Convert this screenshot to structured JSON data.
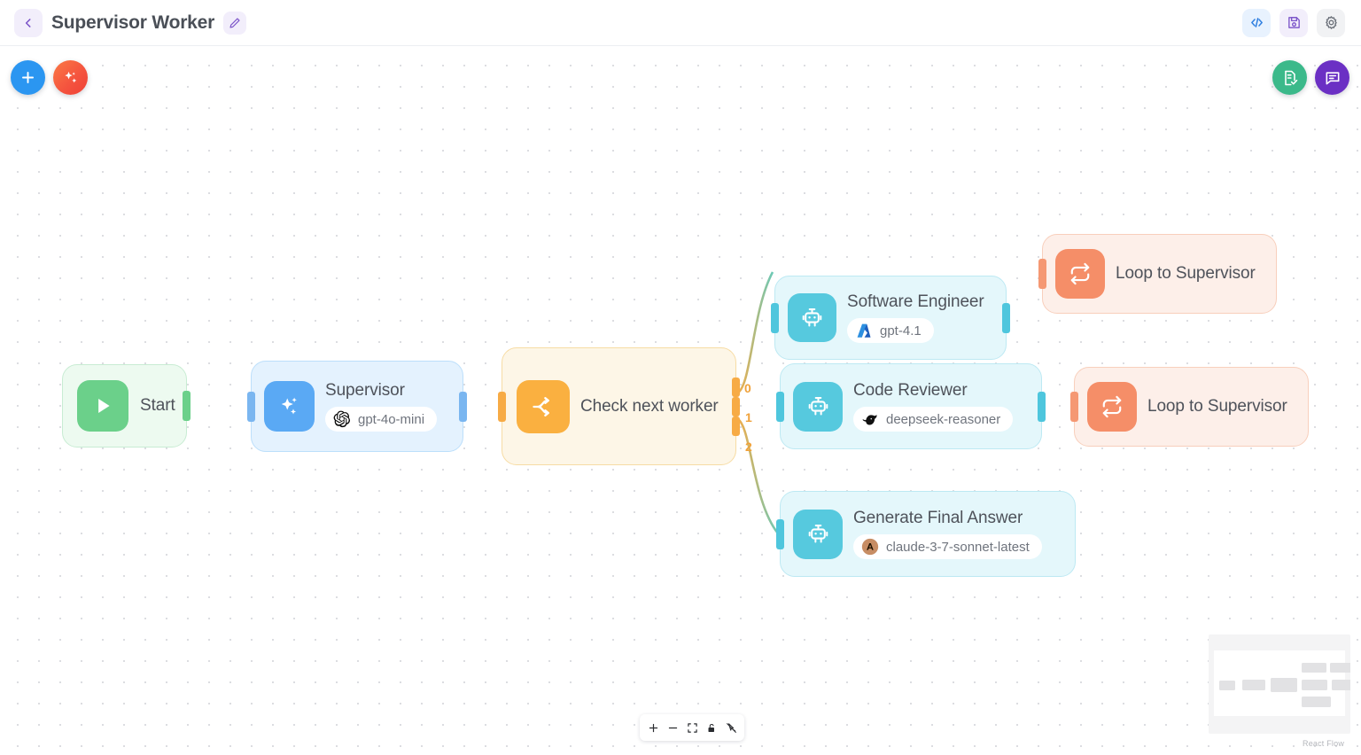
{
  "header": {
    "back_icon": "chevron-left-icon",
    "title": "Supervisor Worker",
    "edit_icon": "pencil-icon",
    "actions": [
      {
        "name": "code-view-button",
        "icon": "code-brackets-icon",
        "label": "</>"
      },
      {
        "name": "save-button",
        "icon": "floppy-disk-icon",
        "label": ""
      },
      {
        "name": "settings-button",
        "icon": "gear-icon",
        "label": ""
      }
    ]
  },
  "canvas": {
    "fabs": [
      {
        "name": "add-node-button",
        "icon": "plus-icon",
        "color": "#2b96f1"
      },
      {
        "name": "ai-generate-button",
        "icon": "sparkles-icon",
        "color": "#f4523e"
      },
      {
        "name": "run-log-button",
        "icon": "document-check-icon",
        "color": "#3bb98a"
      },
      {
        "name": "chat-button",
        "icon": "chat-bubble-icon",
        "color": "#6b30c4"
      }
    ],
    "nodes": [
      {
        "id": "start",
        "label": "Start",
        "icon": "play-icon",
        "model": null,
        "model_logo": null,
        "type": "start"
      },
      {
        "id": "supervisor",
        "label": "Supervisor",
        "icon": "sparkles-icon",
        "model": "gpt-4o-mini",
        "model_logo": "openai-logo",
        "type": "agent"
      },
      {
        "id": "check-next-worker",
        "label": "Check next worker",
        "icon": "branch-icon",
        "model": null,
        "model_logo": null,
        "type": "condition"
      },
      {
        "id": "software-engineer",
        "label": "Software Engineer",
        "icon": "robot-icon",
        "model": "gpt-4.1",
        "model_logo": "azure-logo",
        "type": "worker"
      },
      {
        "id": "code-reviewer",
        "label": "Code Reviewer",
        "icon": "robot-icon",
        "model": "deepseek-reasoner",
        "model_logo": "deepseek-logo",
        "type": "worker"
      },
      {
        "id": "generate-final-answer",
        "label": "Generate Final Answer",
        "icon": "robot-icon",
        "model": "claude-3-7-sonnet-latest",
        "model_logo": "claude-logo",
        "type": "worker"
      },
      {
        "id": "loop-to-supervisor-1",
        "label": "Loop to Supervisor",
        "icon": "loop-icon",
        "model": null,
        "model_logo": null,
        "type": "loop"
      },
      {
        "id": "loop-to-supervisor-2",
        "label": "Loop to Supervisor",
        "icon": "loop-icon",
        "model": null,
        "model_logo": null,
        "type": "loop"
      }
    ],
    "edge_labels": [
      "0",
      "1",
      "2"
    ]
  },
  "controls": [
    {
      "name": "zoom-in-button",
      "icon": "plus-icon"
    },
    {
      "name": "zoom-out-button",
      "icon": "minus-icon"
    },
    {
      "name": "fit-view-button",
      "icon": "fit-screen-icon"
    },
    {
      "name": "lock-button",
      "icon": "unlocked-padlock-icon"
    },
    {
      "name": "toggle-interactivity-button",
      "icon": "crossed-cursor-icon"
    }
  ],
  "minimap": {
    "name": "minimap",
    "attribution": "React Flow"
  }
}
